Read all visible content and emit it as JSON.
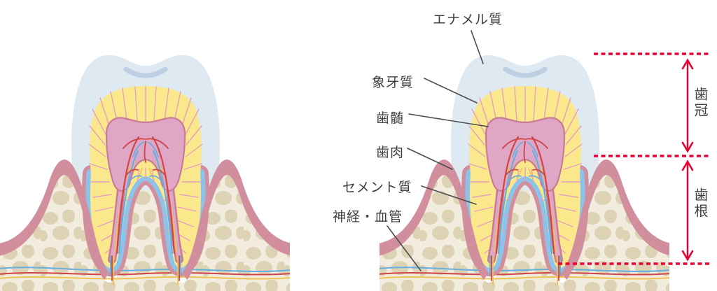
{
  "figure": {
    "description_labels": {
      "enamel": "エナメル質",
      "dentin": "象牙質",
      "pulp": "歯髄",
      "gum": "歯肉",
      "cementum": "セメント質",
      "nerve_vessel": "神経・血管"
    },
    "bracket_labels": {
      "crown": "歯冠",
      "root": "歯根"
    }
  },
  "colors": {
    "annotation_red": "#e60033",
    "leader_line": "#4d4d4d",
    "label_text": "#3e3e3e",
    "enamel": "#dee9f2",
    "enamel_shade": "#bccfe3",
    "dentin": "#fbe88d",
    "dentin_line": "#e5a0bc",
    "pulp": "#dfa7c5",
    "pulp_outline": "#c97b94",
    "gum": "#d18f9d",
    "bone": "#f1ecdd",
    "bone_pebble": "#ddd2b4",
    "cementum": "#8cc3eb",
    "vessel_red": "#cf4547",
    "vessel_blue": "#64afe3",
    "vessel_yellow": "#eec153"
  }
}
